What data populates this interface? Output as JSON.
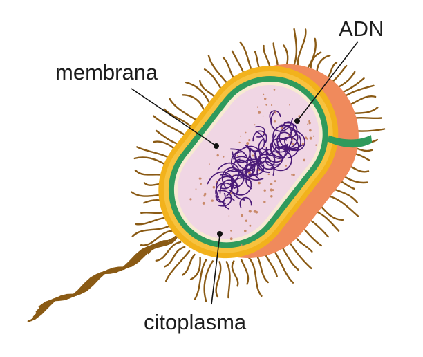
{
  "labels": {
    "dna": "ADN",
    "membrane": "membrana",
    "cytoplasm": "citoplasma"
  },
  "colors": {
    "pili": "#8a5a14",
    "outer_wall": "#f08a5c",
    "capsule": "#f2b21c",
    "membrane": "#2f9a5c",
    "cytoplasm": "#f0d6e4",
    "dna": "#4a1a78",
    "granules": "#c98a6a"
  }
}
